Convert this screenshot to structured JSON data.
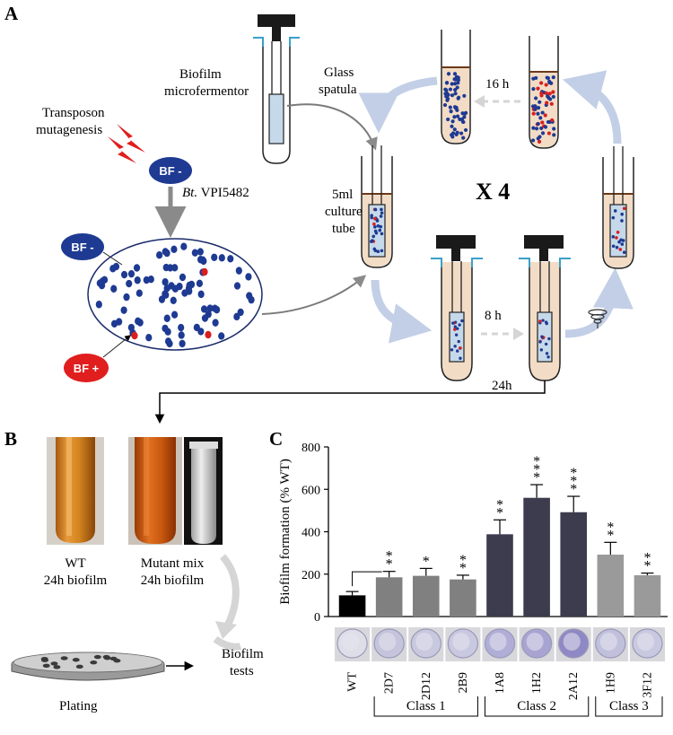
{
  "panel_a": {
    "letter": "A",
    "microfermentor_label_1": "Biofilm",
    "microfermentor_label_2": "microfermentor",
    "transposon_label_1": "Transposon",
    "transposon_label_2": "mutagenesis",
    "bf_minus": "BF -",
    "bf_plus": "BF +",
    "strain_italic": "Bt.",
    "strain_rest": " VPI5482",
    "glass_spatula_1": "Glass",
    "glass_spatula_2": "spatula",
    "culture_tube_1": "5ml",
    "culture_tube_2": "culture",
    "culture_tube_3": "tube",
    "repeat_label": "X 4",
    "time_16h": "16 h",
    "time_8h": "8 h",
    "time_24h": "24h"
  },
  "panel_b": {
    "letter": "B",
    "wt_line1": "WT",
    "wt_line2": "24h biofilm",
    "mutant_line1": "Mutant mix",
    "mutant_line2": "24h biofilm",
    "plating": "Plating",
    "tests_line1": "Biofilm",
    "tests_line2": "tests"
  },
  "chart_data": {
    "type": "bar",
    "letter": "C",
    "ylabel": "Biofilm formation (% WT)",
    "ylim": [
      0,
      800
    ],
    "yticks": [
      0,
      200,
      400,
      600,
      800
    ],
    "categories": [
      "WT",
      "2D7",
      "2D12",
      "2B9",
      "1A8",
      "1H2",
      "2A12",
      "1H9",
      "3F12"
    ],
    "values": [
      100,
      185,
      192,
      175,
      388,
      560,
      492,
      292,
      195
    ],
    "errors": [
      18,
      28,
      35,
      20,
      68,
      62,
      75,
      58,
      10
    ],
    "significance": [
      "",
      "**",
      "*",
      "**",
      "**",
      "***",
      "***",
      "**",
      "**"
    ],
    "bar_colors": [
      "#000000",
      "#808080",
      "#808080",
      "#808080",
      "#3c3c4e",
      "#3c3c4e",
      "#3c3c4e",
      "#9a9a9a",
      "#9a9a9a"
    ],
    "well_tones": [
      "#dedee8",
      "#c4c4dc",
      "#c8c8de",
      "#c8c8e0",
      "#b0aed6",
      "#a8a4d2",
      "#8e88c4",
      "#c0c0dc",
      "#c8c8e0"
    ],
    "groups": [
      {
        "name": "Class 1",
        "from": 1,
        "to": 3
      },
      {
        "name": "Class 2",
        "from": 4,
        "to": 6
      },
      {
        "name": "Class 3",
        "from": 7,
        "to": 8
      }
    ]
  }
}
